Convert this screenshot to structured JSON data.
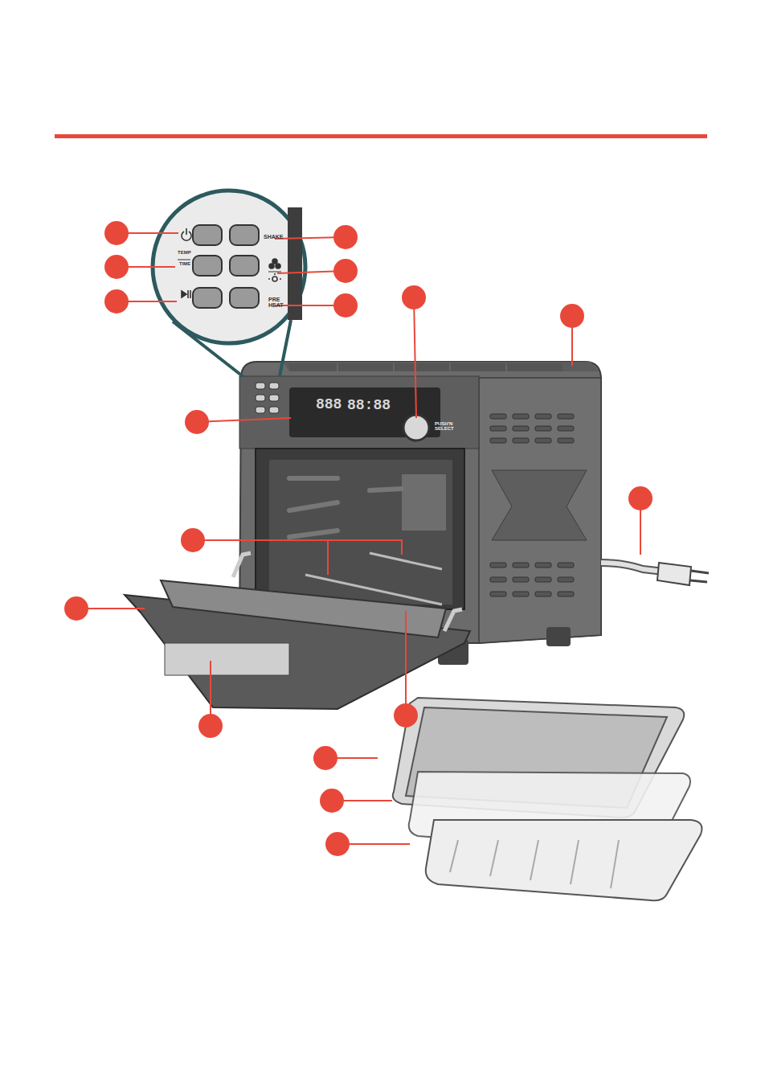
{
  "diagram": {
    "labels": [
      "TEMP",
      "TIME",
      "SHAKE",
      "PRE HEAT",
      "888",
      "88:88",
      "PUSH'N SELECT"
    ]
  }
}
